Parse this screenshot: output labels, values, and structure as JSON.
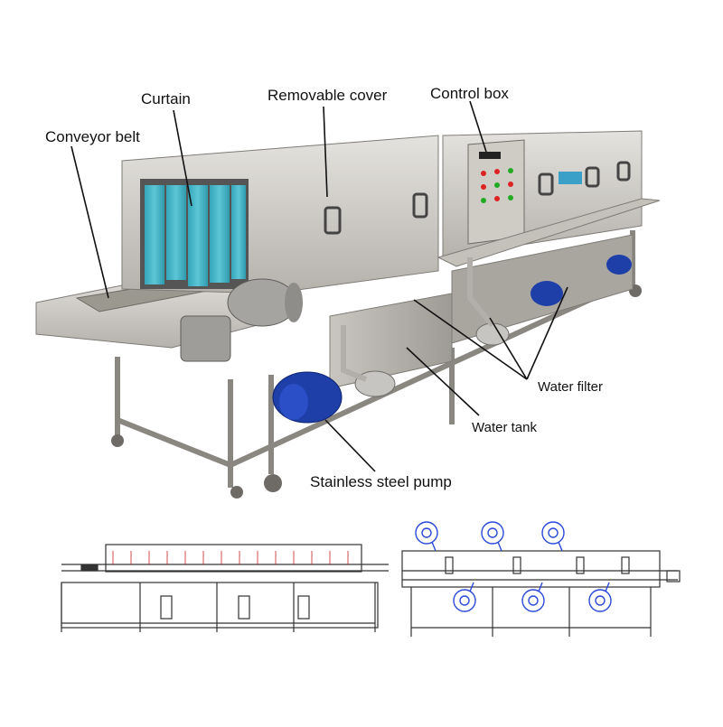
{
  "labels": {
    "curtain": "Curtain",
    "removable_cover": "Removable cover",
    "control_box": "Control box",
    "conveyor_belt": "Conveyor belt",
    "water_filter": "Water filter",
    "water_tank": "Water tank",
    "stainless_steel_pump": "Stainless steel pump"
  },
  "colors": {
    "steel_light": "#d8d6d2",
    "steel_mid": "#b9b6b0",
    "steel_dark": "#8d8a84",
    "curtain": "#3fb4c6",
    "pump_blue": "#1e3ea8",
    "leader_line": "#111111",
    "drawing_line": "#333333",
    "drawing_red": "#cc2222",
    "drawing_blue": "#2a4ad8"
  }
}
